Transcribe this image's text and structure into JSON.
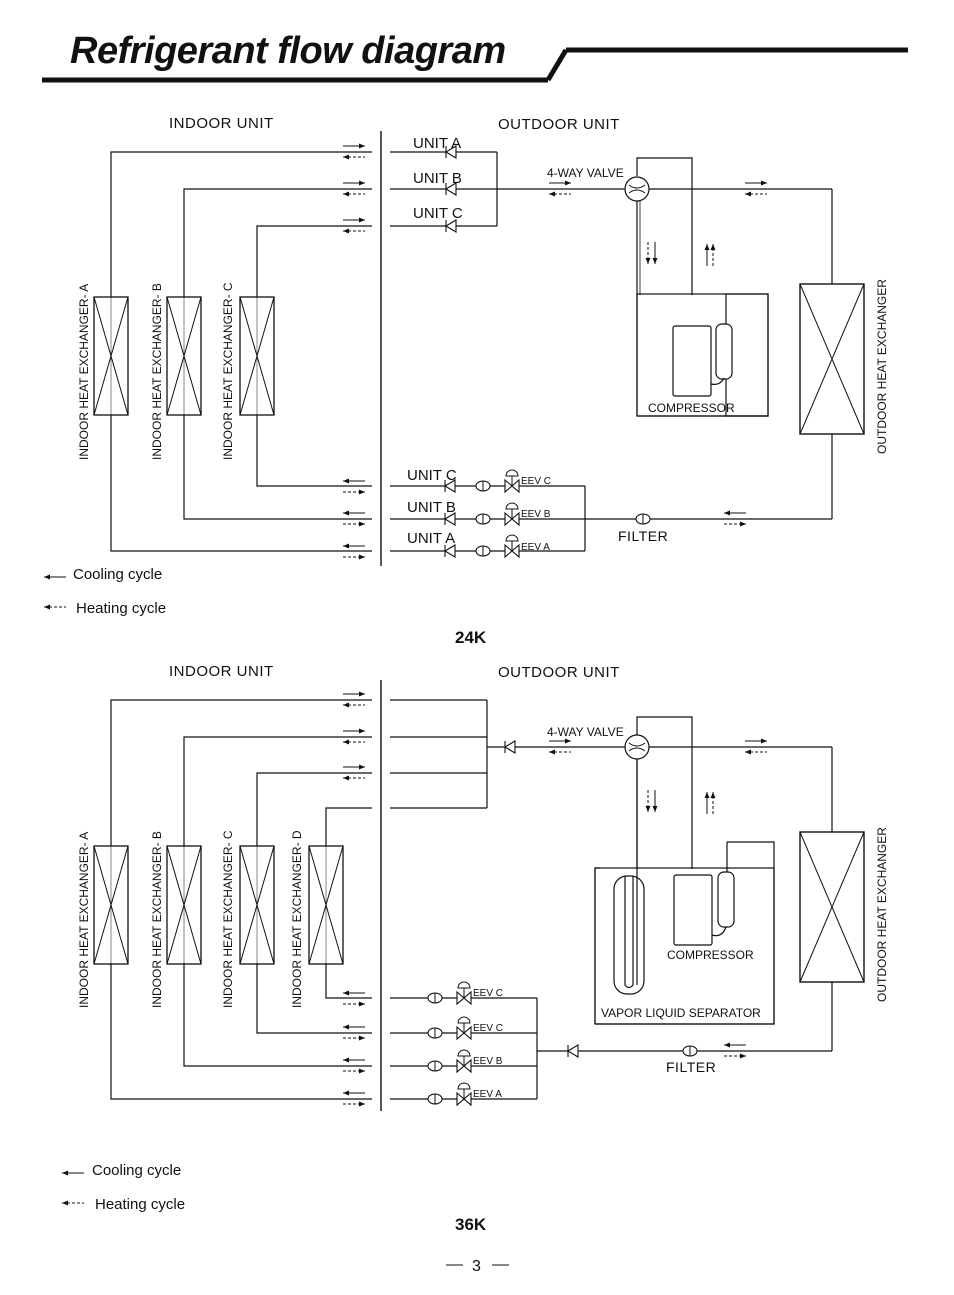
{
  "title": "Refrigerant flow diagram",
  "page_number": "3",
  "diagrams": [
    {
      "caption": "24K",
      "indoor_label": "INDOOR UNIT",
      "outdoor_label": "OUTDOOR UNIT",
      "indoor_exchangers": [
        "INDOOR HEAT EXCHANGER- A",
        "INDOOR HEAT EXCHANGER- B",
        "INDOOR HEAT EXCHANGER- C"
      ],
      "gas_units": [
        "UNIT A",
        "UNIT B",
        "UNIT C"
      ],
      "liquid_units": [
        "UNIT C",
        "UNIT B",
        "UNIT A"
      ],
      "eevs": [
        "EEV C",
        "EEV B",
        "EEV A"
      ],
      "valve_label": "4-WAY VALVE",
      "compressor_label": "COMPRESSOR",
      "filter_label": "FILTER",
      "outdoor_exchanger": "OUTDOOR HEAT EXCHANGER",
      "legend_cooling": "Cooling cycle",
      "legend_heating": "Heating cycle"
    },
    {
      "caption": "36K",
      "indoor_label": "INDOOR UNIT",
      "outdoor_label": "OUTDOOR UNIT",
      "indoor_exchangers": [
        "INDOOR HEAT EXCHANGER- A",
        "INDOOR HEAT EXCHANGER- B",
        "INDOOR HEAT EXCHANGER- C",
        "INDOOR HEAT EXCHANGER- D"
      ],
      "eevs": [
        "EEV C",
        "EEV C",
        "EEV B",
        "EEV A"
      ],
      "valve_label": "4-WAY VALVE",
      "compressor_label": "COMPRESSOR",
      "separator_label": "VAPOR LIQUID SEPARATOR",
      "filter_label": "FILTER",
      "outdoor_exchanger": "OUTDOOR HEAT EXCHANGER",
      "legend_cooling": "Cooling cycle",
      "legend_heating": "Heating cycle"
    }
  ]
}
